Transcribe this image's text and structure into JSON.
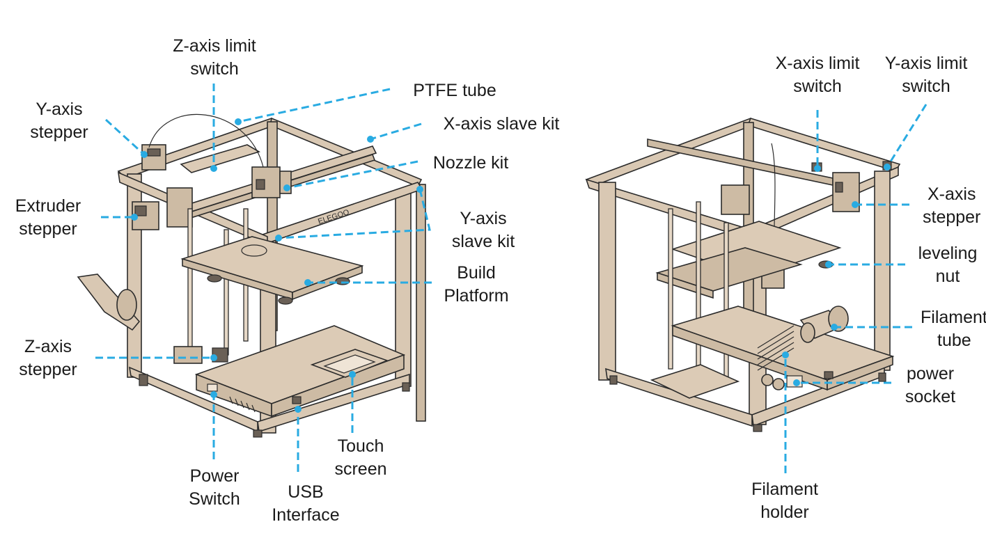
{
  "labels": {
    "z_axis_limit_switch": [
      "Z-axis limit",
      "switch"
    ],
    "ptfe_tube": [
      "PTFE tube"
    ],
    "y_axis_stepper": [
      "Y-axis",
      "stepper"
    ],
    "x_axis_slave_kit": [
      "X-axis slave kit"
    ],
    "nozzle_kit": [
      "Nozzle kit"
    ],
    "extruder_stepper": [
      "Extruder",
      "stepper"
    ],
    "y_axis_slave_kit": [
      "Y-axis",
      "slave kit"
    ],
    "build_platform": [
      "Build",
      "Platform"
    ],
    "z_axis_stepper": [
      "Z-axis",
      "stepper"
    ],
    "touch_screen": [
      "Touch",
      "screen"
    ],
    "power_switch": [
      "Power",
      "Switch"
    ],
    "usb_interface": [
      "USB",
      "Interface"
    ],
    "x_axis_limit_switch": [
      "X-axis limit",
      "switch"
    ],
    "y_axis_limit_switch": [
      "Y-axis limit",
      "switch"
    ],
    "x_axis_stepper": [
      "X-axis",
      "stepper"
    ],
    "leveling_nut": [
      "leveling",
      "nut"
    ],
    "filament_tube": [
      "Filament",
      "tube"
    ],
    "power_socket": [
      "power",
      "socket"
    ],
    "filament_holder": [
      "Filament",
      "holder"
    ]
  },
  "brand_text": "ELEGOO",
  "leader_color": "#29abe2"
}
